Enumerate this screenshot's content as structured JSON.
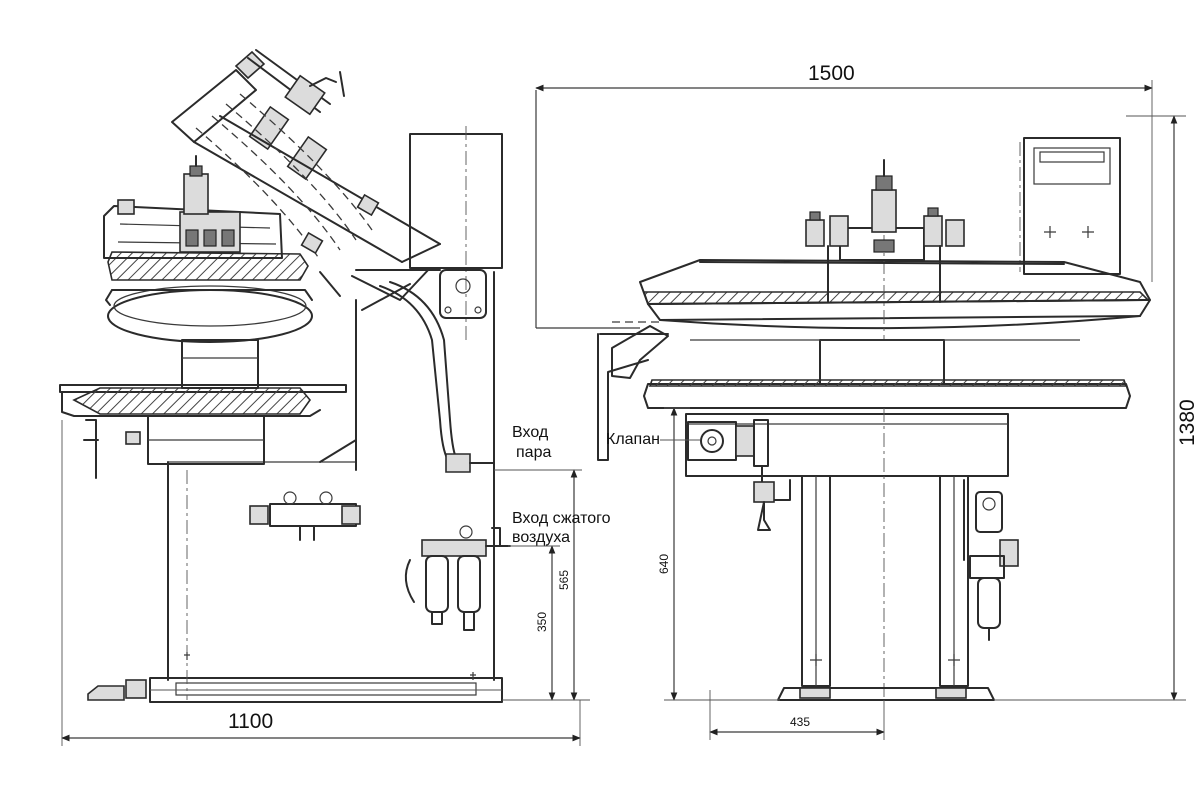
{
  "labels": {
    "steam_inlet_line1": "Вход",
    "steam_inlet_line2": "пара",
    "air_inlet_line1": "Вход сжатого",
    "air_inlet_line2": "воздуха",
    "valve": "Клапан"
  },
  "dimensions": {
    "overall_width_front": "1500",
    "overall_depth_side": "1100",
    "overall_height": "1380",
    "steam_inlet_height": "565",
    "air_inlet_height": "350",
    "table_height": "640",
    "column_spacing": "435"
  }
}
